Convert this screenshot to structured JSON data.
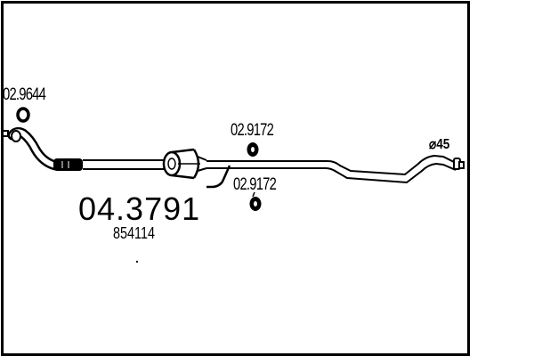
{
  "diagram": {
    "type": "exhaust-system-parts-diagram",
    "main_part_number": "04.3791",
    "oem_reference": "854114",
    "pipe_diameter_label": "⌀45",
    "callouts": [
      {
        "id": "gasket-front",
        "part_number": "02.9644",
        "component": "ring-gasket"
      },
      {
        "id": "rubber-mount-upper",
        "part_number": "02.9172",
        "component": "rubber-mount"
      },
      {
        "id": "rubber-mount-lower",
        "part_number": "02.9172",
        "component": "rubber-mount"
      }
    ],
    "colors": {
      "line": "#000000",
      "background": "#ffffff"
    }
  }
}
